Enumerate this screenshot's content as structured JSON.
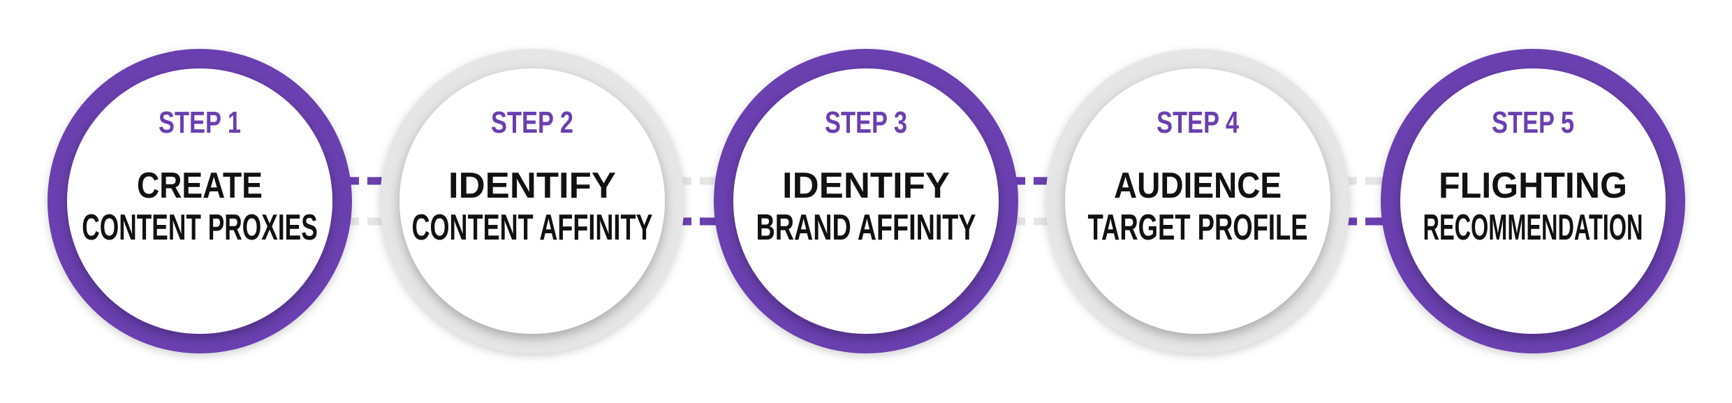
{
  "colors": {
    "accent": "#6a3fb0",
    "neutral": "#e6e6e6",
    "title": "#111111",
    "background": "#ffffff"
  },
  "steps": [
    {
      "label": "STEP 1",
      "line1": "CREATE",
      "line2": "CONTENT PROXIES",
      "ring": "accent"
    },
    {
      "label": "STEP 2",
      "line1": "IDENTIFY",
      "line2": "CONTENT AFFINITY",
      "ring": "neutral"
    },
    {
      "label": "STEP 3",
      "line1": "IDENTIFY",
      "line2": "BRAND AFFINITY",
      "ring": "accent"
    },
    {
      "label": "STEP 4",
      "line1": "AUDIENCE",
      "line2": "TARGET PROFILE",
      "ring": "neutral"
    },
    {
      "label": "STEP 5",
      "line1": "FLIGHTING",
      "line2": "RECOMMENDATION",
      "ring": "accent"
    }
  ],
  "connectors": [
    {
      "top": "accent",
      "bottom": "neutral"
    },
    {
      "top": "neutral",
      "bottom": "accent"
    },
    {
      "top": "accent",
      "bottom": "neutral"
    },
    {
      "top": "neutral",
      "bottom": "accent"
    }
  ]
}
